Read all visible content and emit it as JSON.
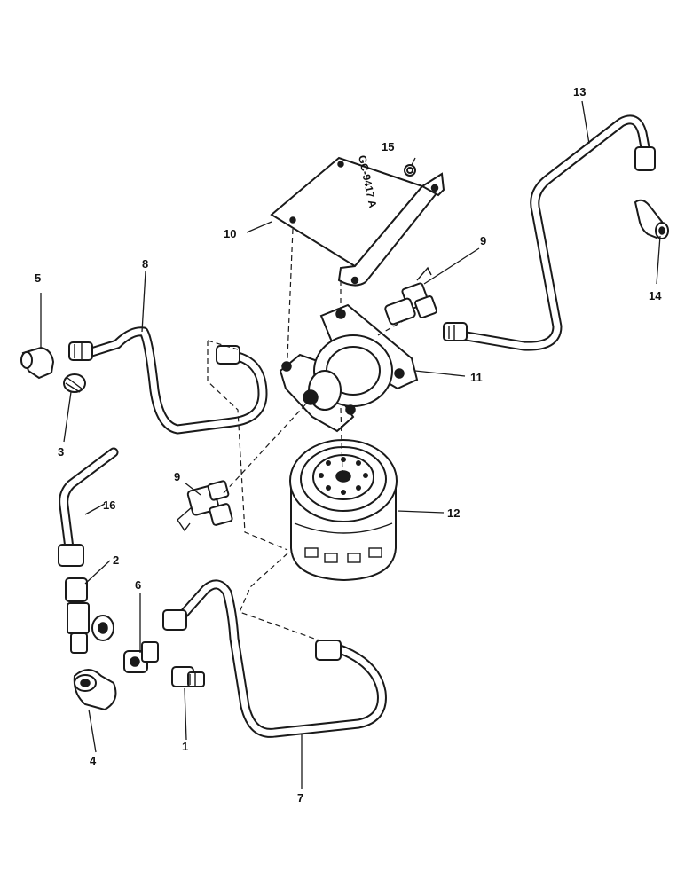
{
  "diagram": {
    "stamp": "GC-9417 A",
    "callouts": [
      {
        "id": "1",
        "text": "1"
      },
      {
        "id": "2",
        "text": "2"
      },
      {
        "id": "3",
        "text": "3"
      },
      {
        "id": "4",
        "text": "4"
      },
      {
        "id": "5",
        "text": "5"
      },
      {
        "id": "6",
        "text": "6"
      },
      {
        "id": "7",
        "text": "7"
      },
      {
        "id": "8",
        "text": "8"
      },
      {
        "id": "9a",
        "text": "9"
      },
      {
        "id": "9b",
        "text": "9"
      },
      {
        "id": "10",
        "text": "10"
      },
      {
        "id": "11",
        "text": "11"
      },
      {
        "id": "12",
        "text": "12"
      },
      {
        "id": "13",
        "text": "13"
      },
      {
        "id": "14",
        "text": "14"
      },
      {
        "id": "15",
        "text": "15"
      },
      {
        "id": "16",
        "text": "16"
      }
    ]
  }
}
